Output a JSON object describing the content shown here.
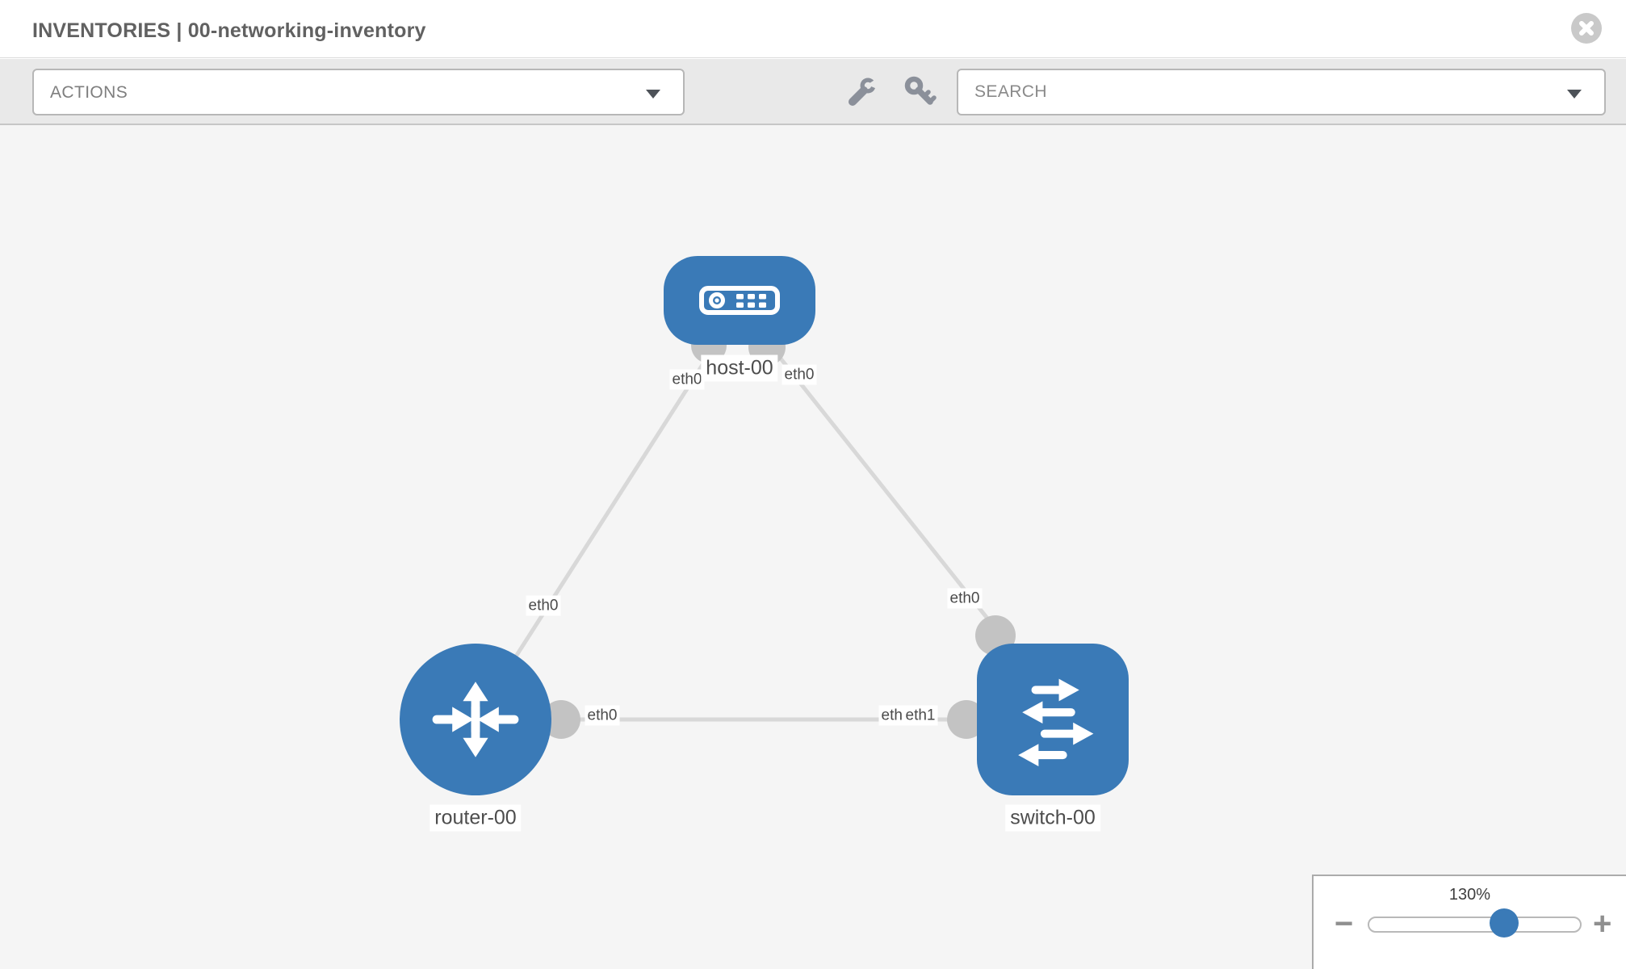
{
  "header": {
    "title": "INVENTORIES | 00-networking-inventory"
  },
  "toolbar": {
    "actions_label": "ACTIONS",
    "search_placeholder": "SEARCH"
  },
  "topology": {
    "nodes": [
      {
        "label": "host-00",
        "type": "host"
      },
      {
        "label": "router-00",
        "type": "router"
      },
      {
        "label": "switch-00",
        "type": "switch"
      }
    ],
    "links": [
      {
        "from": "router-00",
        "from_if": "eth0",
        "to": "host-00",
        "to_if": "eth0"
      },
      {
        "from": "switch-00",
        "from_if": "eth0",
        "to": "host-00",
        "to_if": "eth0"
      },
      {
        "from": "router-00",
        "from_if": "eth0",
        "to": "switch-00",
        "to_if": "eth1"
      }
    ],
    "interface_labels": {
      "host_left": "eth0",
      "host_right": "eth0",
      "router_top": "eth0",
      "router_right": "eth0",
      "switch_left_under": "eth0",
      "switch_left_over": "eth1",
      "switch_top": "eth0"
    }
  },
  "zoom_control": {
    "level": "130%",
    "zoom_out": "−",
    "zoom_in": "+"
  },
  "colors": {
    "node_blue": "#3a7ab7",
    "link_gray": "#d8d8d8",
    "bubble_gray": "#c3c3c3",
    "toolbar_bg": "#e9e9e9",
    "canvas_bg": "#f5f5f5"
  }
}
